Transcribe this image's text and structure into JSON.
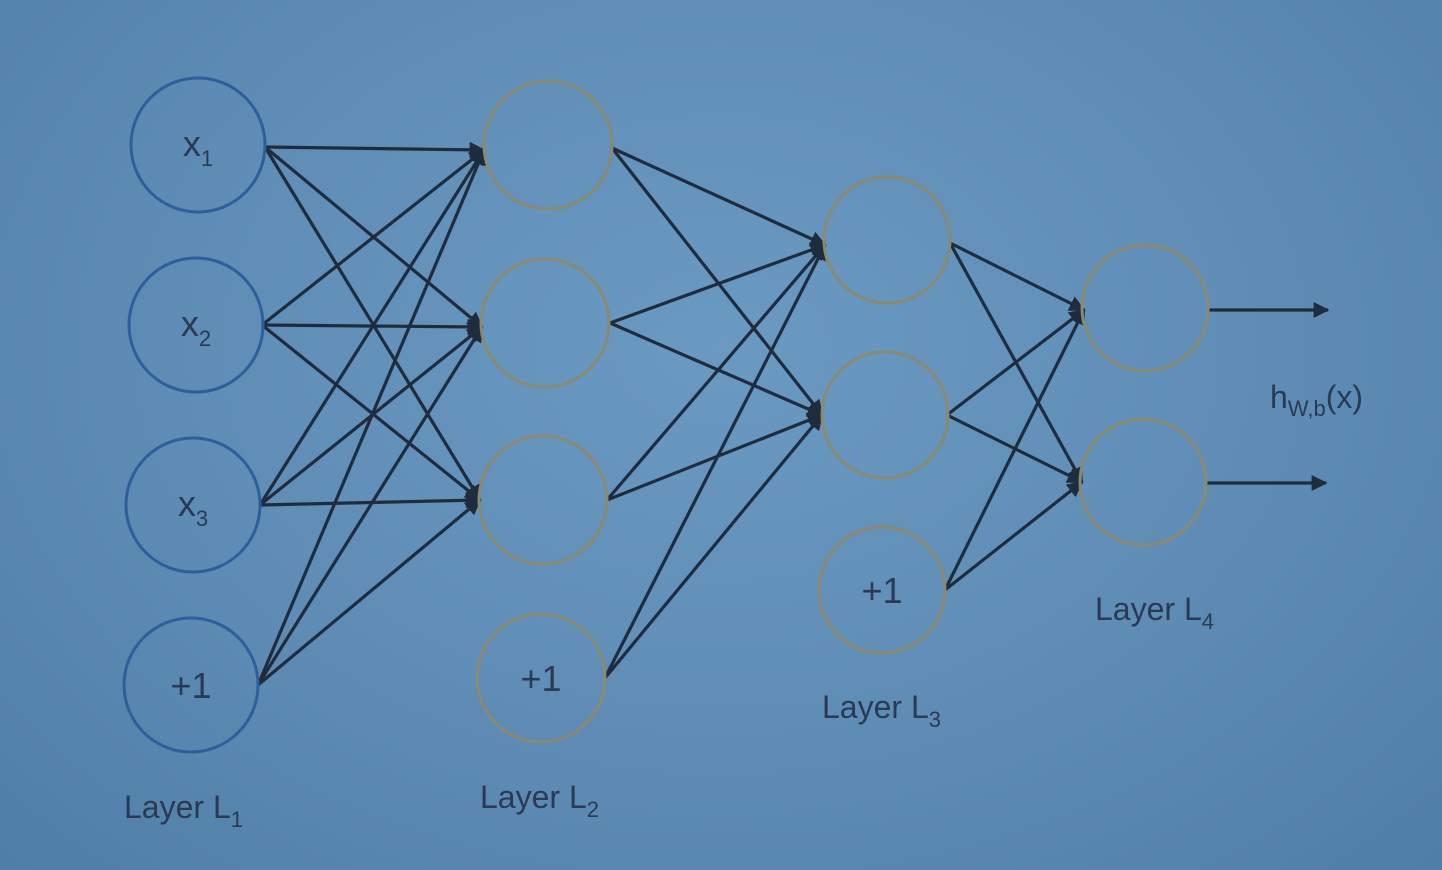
{
  "layers": [
    {
      "id": "L1",
      "label": "Layer L",
      "label_sub": "1",
      "nodes": [
        {
          "text": "x",
          "sub": "1"
        },
        {
          "text": "x",
          "sub": "2"
        },
        {
          "text": "x",
          "sub": "3"
        },
        {
          "text": "+1",
          "sub": ""
        }
      ]
    },
    {
      "id": "L2",
      "label": "Layer L",
      "label_sub": "2",
      "nodes": [
        {
          "text": "",
          "sub": ""
        },
        {
          "text": "",
          "sub": ""
        },
        {
          "text": "",
          "sub": ""
        },
        {
          "text": "+1",
          "sub": ""
        }
      ]
    },
    {
      "id": "L3",
      "label": "Layer L",
      "label_sub": "3",
      "nodes": [
        {
          "text": "",
          "sub": ""
        },
        {
          "text": "",
          "sub": ""
        },
        {
          "text": "+1",
          "sub": ""
        }
      ]
    },
    {
      "id": "L4",
      "label": "Layer L",
      "label_sub": "4",
      "nodes": [
        {
          "text": "",
          "sub": ""
        },
        {
          "text": "",
          "sub": ""
        }
      ]
    }
  ],
  "output": {
    "main": "h",
    "sub": "W,b",
    "tail": "(x)"
  },
  "colors": {
    "background": "#5f8db5",
    "input_stroke": "#2f5f9b",
    "hidden_stroke": "#8a8a72",
    "edge": "#1f2c3e",
    "text": "#2a3a54"
  }
}
